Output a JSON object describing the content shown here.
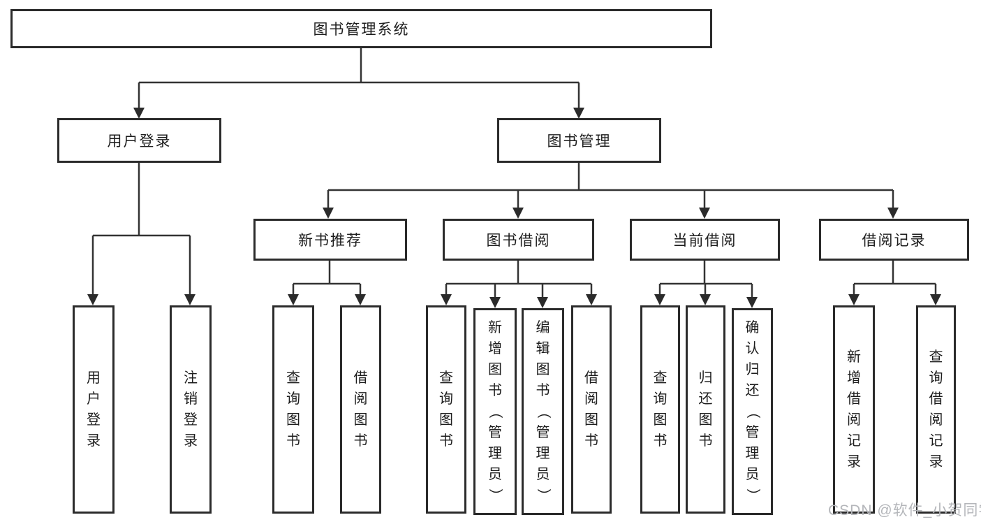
{
  "tree": {
    "label": "图书管理系统",
    "children": [
      {
        "label": "用户登录",
        "children": [
          {
            "label": "用户登录"
          },
          {
            "label": "注销登录"
          }
        ]
      },
      {
        "label": "图书管理",
        "children": [
          {
            "label": "新书推荐",
            "children": [
              {
                "label": "查询图书"
              },
              {
                "label": "借阅图书"
              }
            ]
          },
          {
            "label": "图书借阅",
            "children": [
              {
                "label": "查询图书"
              },
              {
                "label": "新增图书（管理员）"
              },
              {
                "label": "编辑图书（管理员）"
              },
              {
                "label": "借阅图书"
              }
            ]
          },
          {
            "label": "当前借阅",
            "children": [
              {
                "label": "查询图书"
              },
              {
                "label": "归还图书"
              },
              {
                "label": "确认归还（管理员）"
              }
            ]
          },
          {
            "label": "借阅记录",
            "children": [
              {
                "label": "新增借阅记录"
              },
              {
                "label": "查询借阅记录"
              }
            ]
          }
        ]
      }
    ]
  },
  "watermark": {
    "text": "CSDN @软件_小贺同学"
  },
  "colors": {
    "line": "#333333",
    "box_border": "#2b2b2b",
    "box_background": "#ffffff",
    "text": "#1d1d1d",
    "watermark": "#b4b6ba",
    "page_background": "#ffffff"
  }
}
